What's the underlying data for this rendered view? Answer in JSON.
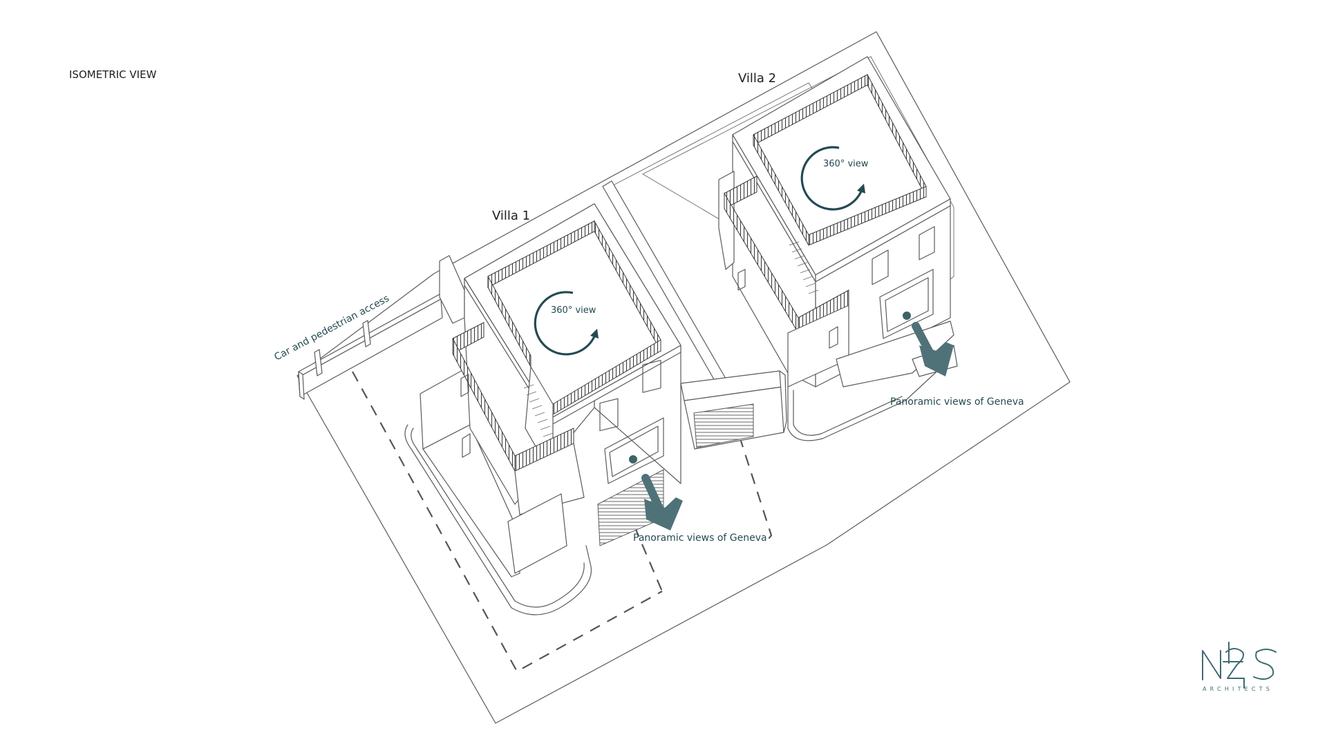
{
  "view_title": "ISOMETRIC VIEW",
  "villas": [
    {
      "name": "Villa 1",
      "view_label": "360° view",
      "panorama_label": "Panoramic views of Geneva"
    },
    {
      "name": "Villa 2",
      "view_label": "360° view",
      "panorama_label": "Panoramic views of Geneva"
    }
  ],
  "access_label": "Car and pedestrian access",
  "logo": {
    "mark": "N2S",
    "subtitle": "ARCHITECTS"
  },
  "colors": {
    "accent": "#244a52",
    "arrow": "#4f7278",
    "line": "#5a5a5a",
    "text": "#1e1e1e"
  }
}
